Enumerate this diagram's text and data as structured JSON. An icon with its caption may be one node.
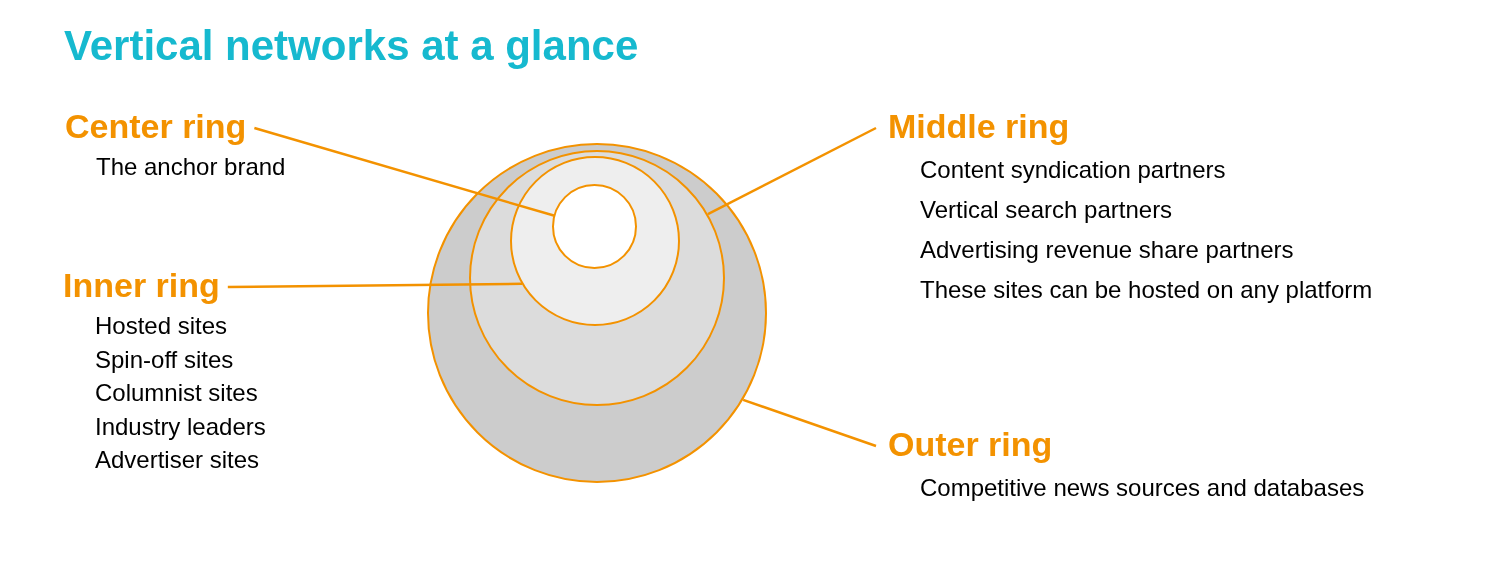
{
  "diagram": {
    "title": "Vertical networks at a glance",
    "nodes": [
      {
        "text": [],
        "shape": "circle"
      },
      {
        "text": [],
        "shape": "circle",
        "in": 0
      },
      {
        "text": [],
        "shape": "circle",
        "in": 1
      },
      {
        "text": [],
        "shape": "circle",
        "in": 2
      },
      {
        "text": [
          "Center ring",
          "The anchor brand"
        ]
      },
      {
        "text": [
          "Middle ring",
          "Content syndication partners",
          "Vertical search partners",
          "Advertising revenue share partners",
          "These sites can be hosted on any platform"
        ]
      },
      {
        "text": [
          "Inner ring",
          "Hosted sites",
          "Spin-off sites",
          "Columnist sites",
          "Industry leaders",
          "Advertiser sites"
        ]
      },
      {
        "text": [
          "Outer ring",
          "Competitive news sources and databases"
        ]
      }
    ],
    "edges": [
      {
        "from": 4,
        "to": 3,
        "arrow": "none"
      },
      {
        "from": 5,
        "to": 1,
        "arrow": "none"
      },
      {
        "from": 6,
        "to": 2,
        "arrow": "none"
      },
      {
        "from": 7,
        "to": 0,
        "arrow": "none"
      }
    ]
  }
}
